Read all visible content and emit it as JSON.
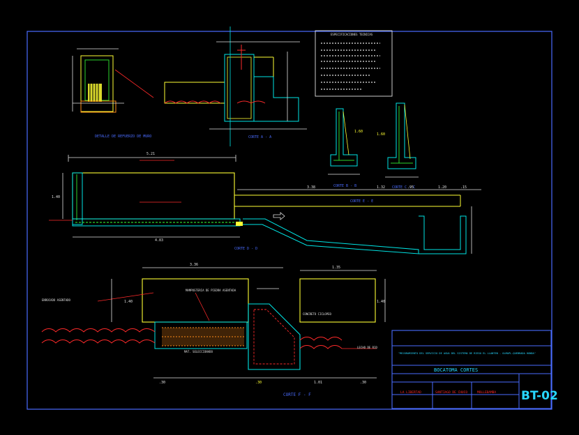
{
  "colors": {
    "background": "#000000",
    "frame": "#4a6cff",
    "structure_yellow": "#ffff33",
    "structure_cyan": "#00e5e5",
    "dimension": "#e0e0e0",
    "annotation_red": "#ff2a2a",
    "steel_green": "#2bd62b",
    "title_blue": "#2f4bff",
    "title_text": "#27d7ff",
    "fill_orange": "#ff8c1a",
    "magenta": "#ff33ff"
  },
  "title_block": {
    "project_title": "\"MEJORAMIENTO DEL SERVICIO DE AGUA DEL SISTEMA DE RIEGO EL LLANTEN - OLMAPL-QUEBRADA HONDA\"",
    "drawing_title": "BOCATOMA CORTES",
    "region": "LA LIBERTAD",
    "province": "SANTIAGO DE CHUCO",
    "district": "MOLLEBAMBA",
    "sheet_code": "BT-02"
  },
  "section_labels": {
    "detail": "DETALLE DE REFUERZO DE MURO",
    "corte_aa": "CORTE A - A",
    "corte_bb": "CORTE B - B",
    "corte_cc": "CORTE C - C",
    "corte_dd": "CORTE D - D",
    "corte_ee": "CORTE E - E",
    "corte_ff": "CORTE F - F"
  },
  "dimensions": {
    "top_main_width": "5.21",
    "mid_main_height": "1.40",
    "mid_base_length": "4.83",
    "canal_len_1": "3.38",
    "canal_len_2": "1.32",
    "canal_len_3": ".95",
    "canal_len_4": "1.20",
    "canal_len_5": ".15",
    "bottom_width_1": "3.36",
    "bottom_width_2": "1.35",
    "bottom_height_left": "1.40",
    "bottom_height_right": "1.40",
    "bottom_dim_1": ".30",
    "bottom_dim_2": ".30",
    "bottom_dim_3": "1.01",
    "bottom_dim_4": ".30",
    "wall_height_1": "1.60",
    "wall_height_2": "1.60"
  },
  "annotations": {
    "enrocado": "ENROCADO ASENTADO",
    "mat_seleccionado": "MAT. SELECCIONADO",
    "concreto_ciclopeo": "CONCRETO CICLOPEO",
    "lecho_rio": "LECHO DE RIO",
    "mamposteria": "MAMPOSTERIA DE PIEDRA ASENTADA",
    "especificaciones": "ESPECIFICACIONES TECNICAS"
  }
}
